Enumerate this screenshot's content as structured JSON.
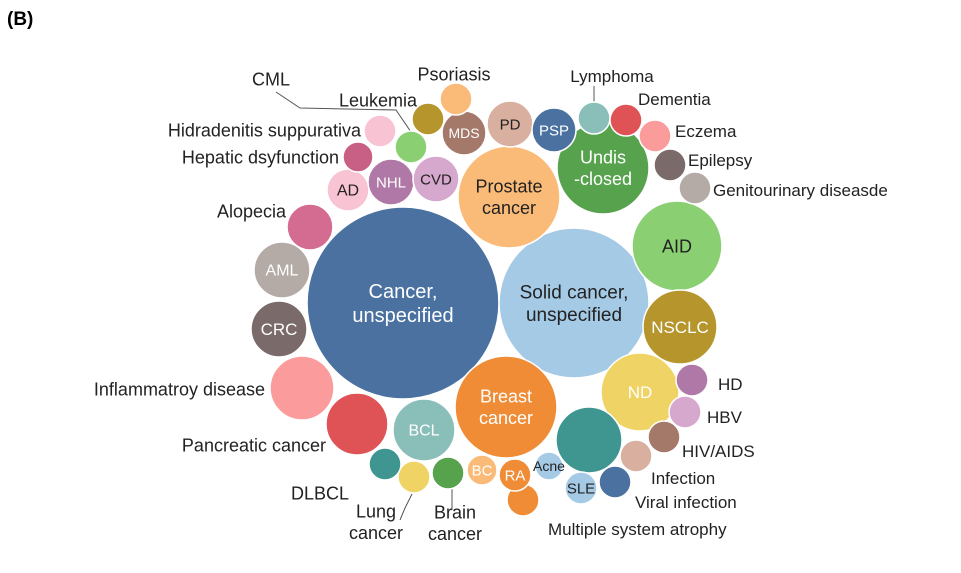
{
  "panel_label": "(B)",
  "chart_data": {
    "type": "bubble",
    "title": "",
    "bubbles": [
      {
        "label": "Cancer,\nunspecified",
        "color": "#4a71a0",
        "text_color": "#ffffff"
      },
      {
        "label": "Solid cancer,\nunspecified",
        "color": "#a5cae6",
        "text_color": "#222222"
      },
      {
        "label": "Breast\ncancer",
        "color": "#ef8c35",
        "text_color": "#ffffff"
      },
      {
        "label": "Prostate\ncancer",
        "color": "#fbbb78",
        "text_color": "#222222"
      },
      {
        "label": "Undis\n-closed",
        "color": "#56a24d",
        "text_color": "#ffffff"
      },
      {
        "label": "AID",
        "color": "#8ad073",
        "text_color": "#222222"
      },
      {
        "label": "NSCLC",
        "color": "#b5952c",
        "text_color": "#ffffff"
      },
      {
        "label": "ND",
        "color": "#f0d365",
        "text_color": "#ffffff"
      },
      {
        "label": "",
        "color": "#3f9690",
        "text_color": "#ffffff"
      },
      {
        "label": "Inflammatroy disease",
        "color": "#fb9b9b",
        "text_color": "#222222"
      },
      {
        "label": "Pancreatic cancer",
        "color": "#df5357",
        "text_color": "#222222"
      },
      {
        "label": "BCL",
        "color": "#8abfb9",
        "text_color": "#ffffff"
      },
      {
        "label": "CRC",
        "color": "#7a6a6a",
        "text_color": "#ffffff"
      },
      {
        "label": "AML",
        "color": "#b4aaa6",
        "text_color": "#ffffff"
      },
      {
        "label": "Alopecia",
        "color": "#d46c92",
        "text_color": "#222222"
      },
      {
        "label": "AD",
        "color": "#f8c3d3",
        "text_color": "#222222"
      },
      {
        "label": "NHL",
        "color": "#b078a6",
        "text_color": "#ffffff"
      },
      {
        "label": "CVD",
        "color": "#d7a8cd",
        "text_color": "#222222"
      },
      {
        "label": "MDS",
        "color": "#a4796a",
        "text_color": "#ffffff"
      },
      {
        "label": "PD",
        "color": "#d9b09f",
        "text_color": "#222222"
      },
      {
        "label": "PSP",
        "color": "#4a71a0",
        "text_color": "#ffffff"
      },
      {
        "label": "Psoriasis",
        "color": "#fbbb78",
        "text_color": "#222222"
      },
      {
        "label": "Leukemia",
        "color": "#b5952c",
        "text_color": "#222222"
      },
      {
        "label": "CML",
        "color": "#8ad073",
        "text_color": "#222222"
      },
      {
        "label": "Hidradenitis suppurativa",
        "color": "#f8c3d3",
        "text_color": "#222222"
      },
      {
        "label": "Hepatic dsyfunction",
        "color": "#c85f84",
        "text_color": "#222222"
      },
      {
        "label": "Lymphoma",
        "color": "#8abfb9",
        "text_color": "#222222"
      },
      {
        "label": "Dementia",
        "color": "#df5357",
        "text_color": "#222222"
      },
      {
        "label": "Eczema",
        "color": "#fb9b9b",
        "text_color": "#222222"
      },
      {
        "label": "Epilepsy",
        "color": "#7a6a6a",
        "text_color": "#222222"
      },
      {
        "label": "Genitourinary diseasde",
        "color": "#b4aaa6",
        "text_color": "#222222"
      },
      {
        "label": "HD",
        "color": "#b078a6",
        "text_color": "#222222"
      },
      {
        "label": "HBV",
        "color": "#d7a8cd",
        "text_color": "#222222"
      },
      {
        "label": "HIV/AIDS",
        "color": "#a4796a",
        "text_color": "#222222"
      },
      {
        "label": "Infection",
        "color": "#d9b09f",
        "text_color": "#222222"
      },
      {
        "label": "Viral infection",
        "color": "#4a71a0",
        "text_color": "#222222"
      },
      {
        "label": "SLE",
        "color": "#a5cae6",
        "text_color": "#222222"
      },
      {
        "label": "Acne",
        "color": "#a5cae6",
        "text_color": "#222222"
      },
      {
        "label": "Multiple system atrophy",
        "color": "#ef8c35",
        "text_color": "#222222"
      },
      {
        "label": "RA",
        "color": "#ef8c35",
        "text_color": "#ffffff"
      },
      {
        "label": "BC",
        "color": "#fbbb78",
        "text_color": "#ffffff"
      },
      {
        "label": "Brain\ncancer",
        "color": "#56a24d",
        "text_color": "#222222"
      },
      {
        "label": "Lung\ncancer",
        "color": "#f0d365",
        "text_color": "#222222"
      },
      {
        "label": "DLBCL",
        "color": "#3f9690",
        "text_color": "#222222"
      }
    ]
  }
}
